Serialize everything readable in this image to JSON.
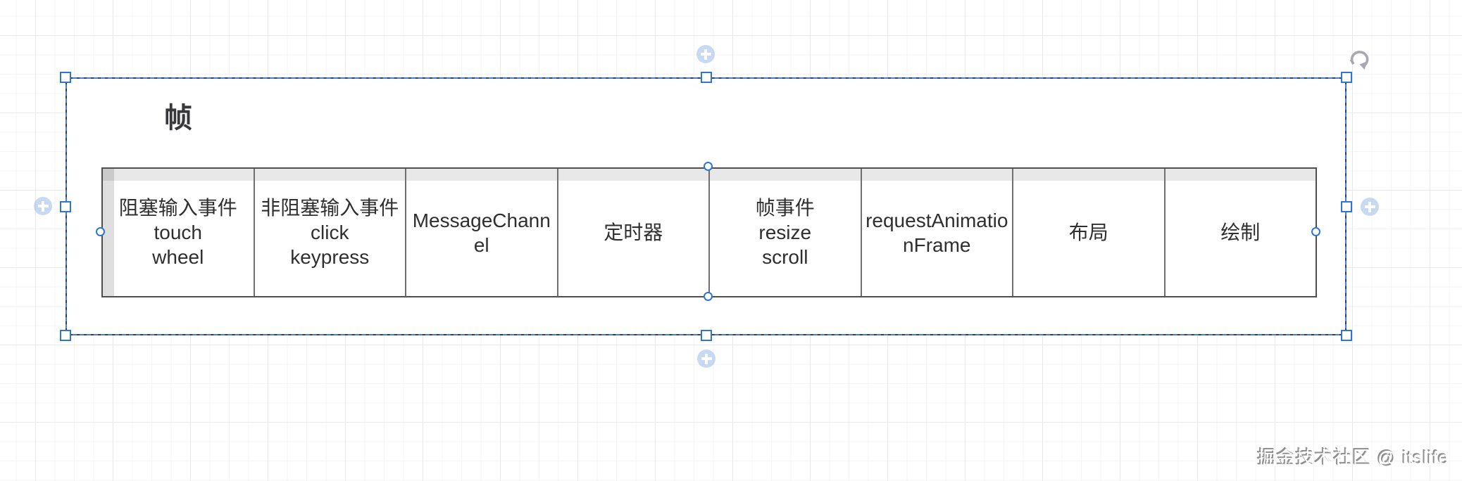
{
  "frame": {
    "title": "帧",
    "cells": [
      {
        "text": "阻塞输入事件\ntouch\nwheel"
      },
      {
        "text": "非阻塞输入事件\nclick\nkeypress"
      },
      {
        "text": "MessageChannel"
      },
      {
        "text": "定时器"
      },
      {
        "text": "帧事件\nresize\nscroll"
      },
      {
        "text": "requestAnimationFrame"
      },
      {
        "text": "布局"
      },
      {
        "text": "绘制"
      }
    ]
  },
  "watermark": {
    "text": "掘金技术社区 @ itslife"
  },
  "icons": {
    "rotate_handle": "curved-rotate-arrow",
    "direction_arrow": "plus-in-circle"
  },
  "colors": {
    "selection_accent": "#2f76d2",
    "selection_dash": "#3d7ee0",
    "frame_border": "#3e3e3e",
    "table_border": "#4f4f4f",
    "cell_divider": "#6f6f6f",
    "header_band": "#e8e8e8",
    "row_header_strip": "#dfdfdf",
    "grid_minor": "#f4f4f4",
    "grid_major": "#e9e9e9",
    "cell_text": "#2f2f2f",
    "direction_arrow_fill": "#c7daf2",
    "rotate_icon": "#a8a8b0"
  }
}
